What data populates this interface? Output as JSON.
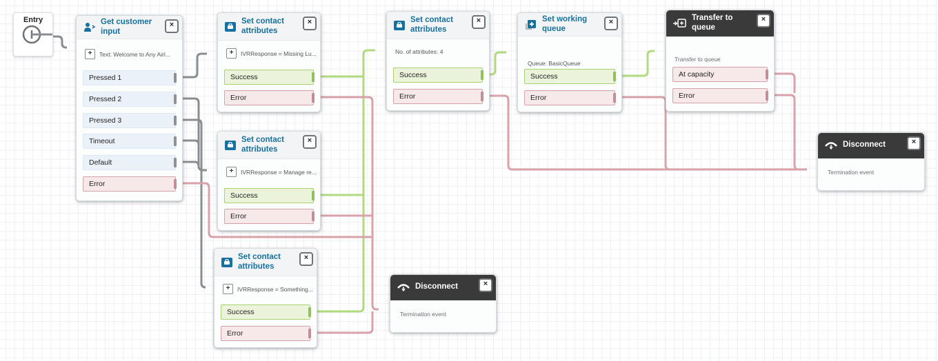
{
  "entry": {
    "label": "Entry"
  },
  "ui": {
    "close_glyph": "×",
    "plus_glyph": "+"
  },
  "colors": {
    "accent_blue": "#17719f",
    "dark_header": "#3a3a3b",
    "line_gray": "#8a8d90",
    "line_green": "#b1da7f",
    "line_pink": "#d8a2ab",
    "success_bg": "#ebf4da",
    "success_border": "#a9d171",
    "error_bg": "#f7e8ea",
    "error_border": "#d2a3ad",
    "neutral_bg": "#eaf1f8"
  },
  "nodes": [
    {
      "type": "get-customer-input",
      "title": "Get customer input",
      "param": "Text: Welcome to Any Airl...",
      "outputs": [
        {
          "label": "Pressed 1",
          "kind": "neutral"
        },
        {
          "label": "Pressed 2",
          "kind": "neutral"
        },
        {
          "label": "Pressed 3",
          "kind": "neutral"
        },
        {
          "label": "Timeout",
          "kind": "neutral"
        },
        {
          "label": "Default",
          "kind": "neutral"
        },
        {
          "label": "Error",
          "kind": "error"
        }
      ]
    },
    {
      "type": "set-contact-attributes",
      "title": "Set contact attributes",
      "param": "IVRResponse = Missing Lu...",
      "outputs": [
        {
          "label": "Success",
          "kind": "success"
        },
        {
          "label": "Error",
          "kind": "error"
        }
      ]
    },
    {
      "type": "set-contact-attributes",
      "title": "Set contact attributes",
      "param": "IVRResponse = Manage re...",
      "outputs": [
        {
          "label": "Success",
          "kind": "success"
        },
        {
          "label": "Error",
          "kind": "error"
        }
      ]
    },
    {
      "type": "set-contact-attributes",
      "title": "Set contact attributes",
      "param": "IVRResponse = Something...",
      "outputs": [
        {
          "label": "Success",
          "kind": "success"
        },
        {
          "label": "Error",
          "kind": "error"
        }
      ]
    },
    {
      "type": "set-contact-attributes",
      "title": "Set contact attributes",
      "param": "No. of attributes: 4",
      "outputs": [
        {
          "label": "Success",
          "kind": "success"
        },
        {
          "label": "Error",
          "kind": "error"
        }
      ]
    },
    {
      "type": "set-working-queue",
      "title": "Set working queue",
      "param": "Queue: BasicQueue",
      "outputs": [
        {
          "label": "Success",
          "kind": "success"
        },
        {
          "label": "Error",
          "kind": "error"
        }
      ]
    },
    {
      "type": "transfer-to-queue",
      "title": "Transfer to queue",
      "param": "Transfer to queue",
      "outputs": [
        {
          "label": "At capacity",
          "kind": "error"
        },
        {
          "label": "Error",
          "kind": "error"
        }
      ]
    },
    {
      "type": "disconnect",
      "title": "Disconnect",
      "param": "Termination event",
      "outputs": []
    },
    {
      "type": "disconnect",
      "title": "Disconnect",
      "param": "Termination event",
      "outputs": []
    }
  ]
}
